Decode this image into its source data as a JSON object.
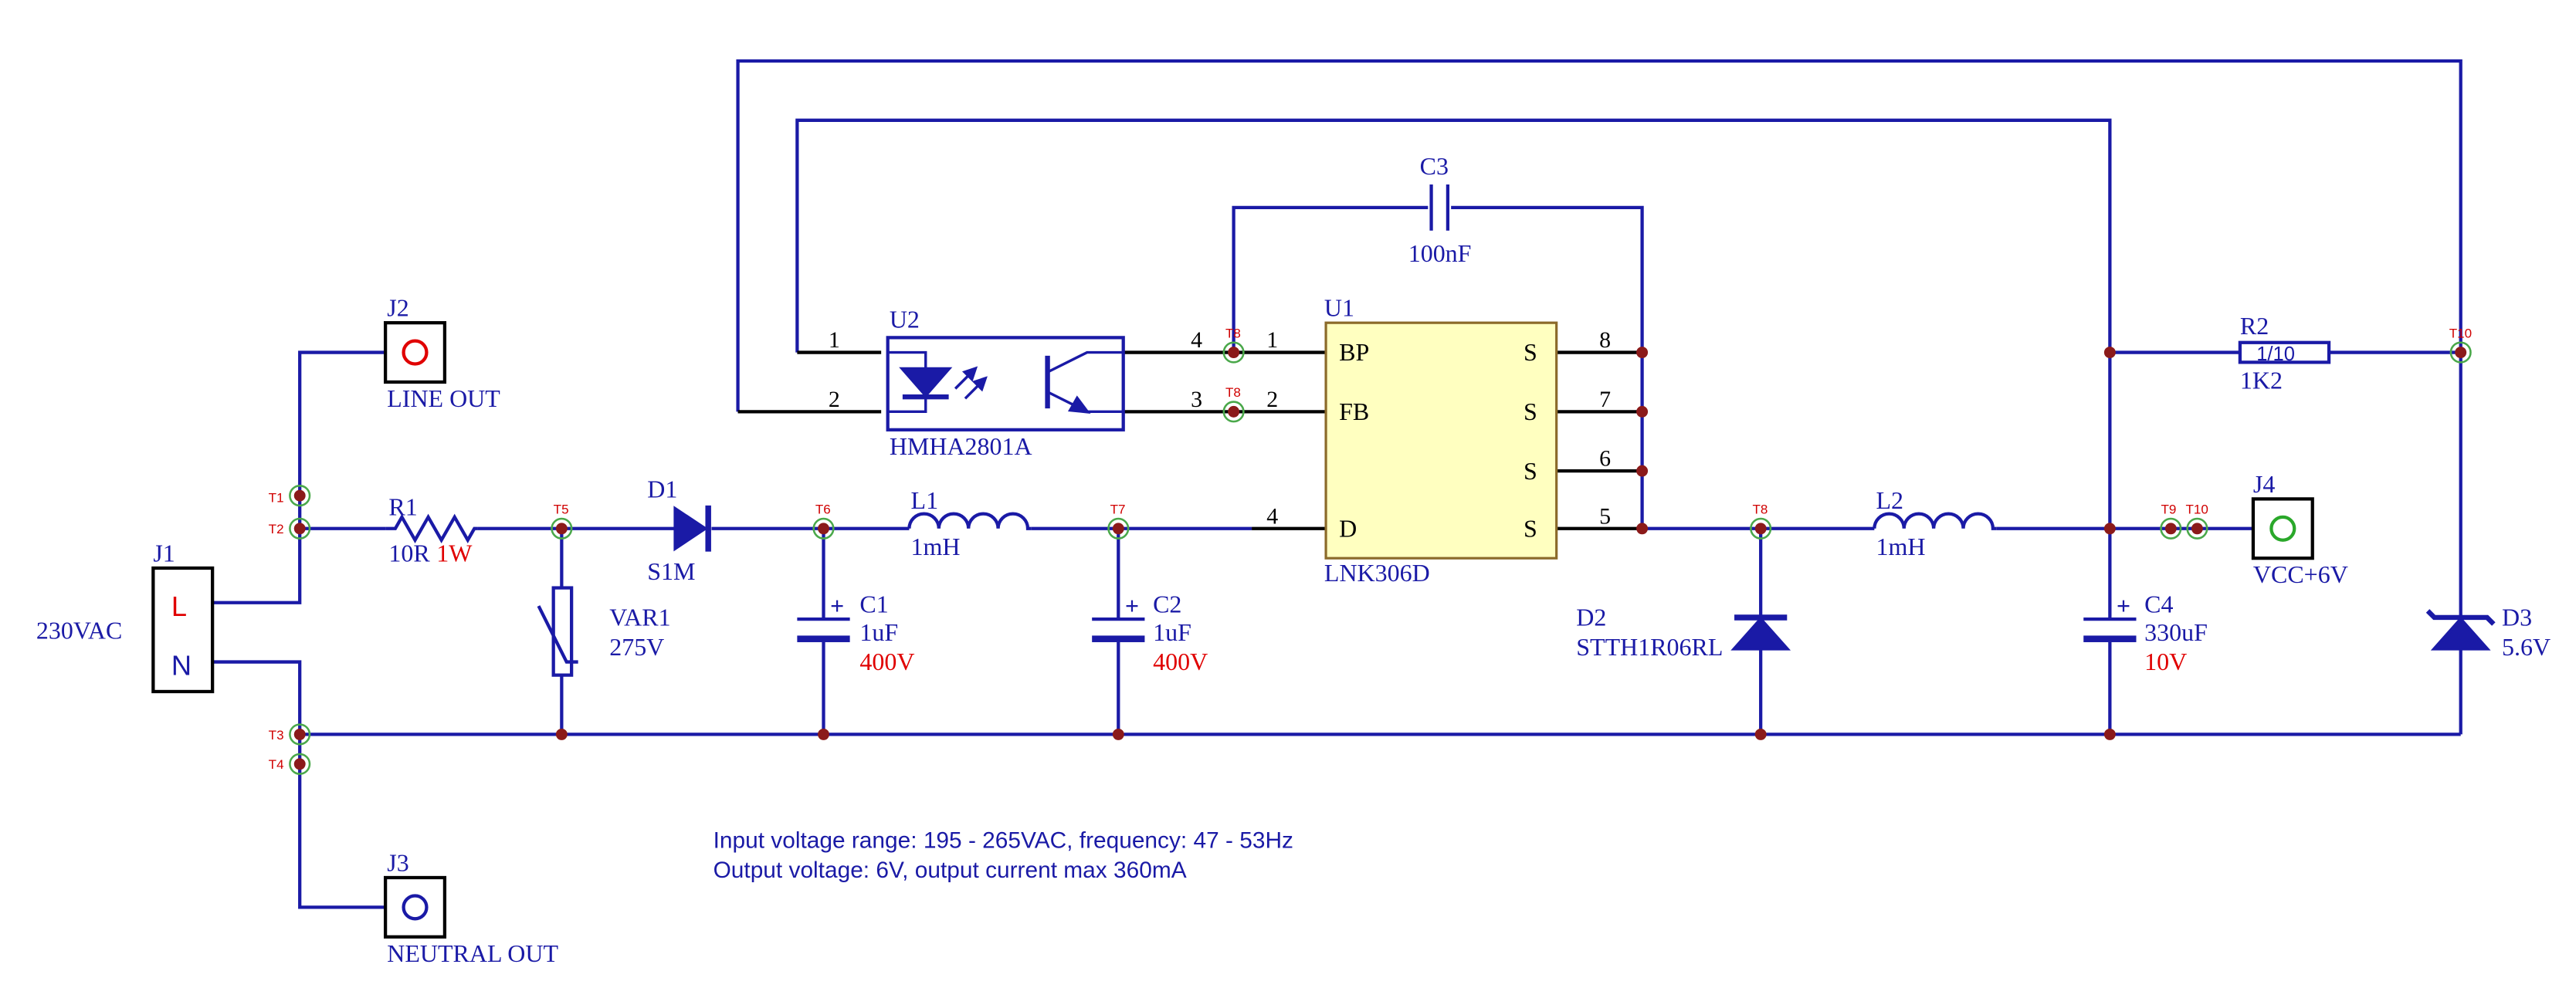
{
  "colors": {
    "wire": "#1a1aa6",
    "junction": "#8b1a1a",
    "test_point": "#4aa84a",
    "rating_text": "#e00000",
    "ic_fill": "#ffffc0"
  },
  "source": {
    "label": "230VAC"
  },
  "j1": {
    "ref": "J1",
    "pin_l": "L",
    "pin_n": "N"
  },
  "j2": {
    "ref": "J2",
    "name": "LINE OUT",
    "icon": "red-circle-terminal-icon"
  },
  "j3": {
    "ref": "J3",
    "name": "NEUTRAL OUT",
    "icon": "blue-circle-terminal-icon"
  },
  "j4": {
    "ref": "J4",
    "name": "VCC+6V",
    "icon": "green-circle-terminal-icon"
  },
  "r1": {
    "ref": "R1",
    "value": "10R",
    "rating": "1W"
  },
  "var1": {
    "ref": "VAR1",
    "value": "275V"
  },
  "d1": {
    "ref": "D1",
    "value": "S1M"
  },
  "c1": {
    "ref": "C1",
    "value": "1uF",
    "rating": "400V"
  },
  "l1": {
    "ref": "L1",
    "value": "1mH"
  },
  "c2": {
    "ref": "C2",
    "value": "1uF",
    "rating": "400V"
  },
  "c3": {
    "ref": "C3",
    "value": "100nF"
  },
  "u1": {
    "ref": "U1",
    "part": "LNK306D",
    "pin_bp": "BP",
    "pin_fb": "FB",
    "pin_d": "D",
    "pin_s": "S",
    "num1": "1",
    "num2": "2",
    "num4": "4",
    "num8": "8",
    "num7": "7",
    "num6": "6",
    "num5": "5"
  },
  "u2": {
    "ref": "U2",
    "part": "HMHA2801A",
    "num1": "1",
    "num2": "2",
    "num3": "3",
    "num4": "4"
  },
  "d2": {
    "ref": "D2",
    "value": "STTH1R06RL"
  },
  "l2": {
    "ref": "L2",
    "value": "1mH"
  },
  "c4": {
    "ref": "C4",
    "value": "330uF",
    "rating": "10V"
  },
  "r2": {
    "ref": "R2",
    "value": "1K2",
    "body_text": "1/10"
  },
  "d3": {
    "ref": "D3",
    "value": "5.6V"
  },
  "test_points": {
    "t1": "T1",
    "t2": "T2",
    "t3": "T3",
    "t4": "T4",
    "t5": "T5",
    "t6": "T6",
    "t7": "T7",
    "t8a": "T8",
    "t8b": "T8",
    "t8c": "T8",
    "t9": "T9",
    "t10a": "T10",
    "t10b": "T10"
  },
  "notes": {
    "line1": "Input voltage range: 195 - 265VAC, frequency: 47 - 53Hz",
    "line2": "Output voltage: 6V, output current max 360mA"
  }
}
